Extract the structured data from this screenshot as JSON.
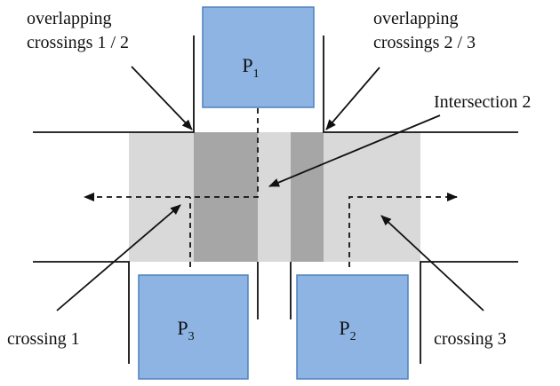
{
  "labels": {
    "overlap_12_line1": "overlapping",
    "overlap_12_line2": "crossings 1 / 2",
    "overlap_23_line1": "overlapping",
    "overlap_23_line2": "crossings 2 / 3",
    "intersection2": "Intersection 2",
    "crossing1": "crossing 1",
    "crossing3": "crossing 3"
  },
  "boxes": {
    "p1": {
      "letter": "P",
      "sub": "1"
    },
    "p2": {
      "letter": "P",
      "sub": "2"
    },
    "p3": {
      "letter": "P",
      "sub": "3"
    }
  },
  "colors": {
    "light_area": "#d9d9d9",
    "dark_area": "#a6a6a6",
    "box_fill": "#8eb4e3",
    "box_stroke": "#4f81bd",
    "line": "#111111"
  }
}
